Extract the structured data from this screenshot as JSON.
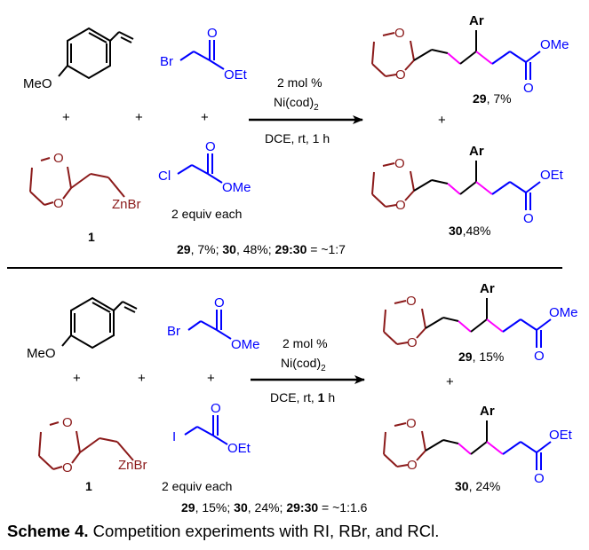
{
  "colors": {
    "black": "#000000",
    "red": "#8b1a1a",
    "blue": "#0000ff",
    "magenta": "#ff00ff"
  },
  "top": {
    "styrene_label": "MeO",
    "bromo": {
      "halogen": "Br",
      "oxygen": "O",
      "ester": "OEt"
    },
    "chloro": {
      "halogen": "Cl",
      "oxygen": "O",
      "ester": "OMe"
    },
    "zinc": {
      "o1": "O",
      "o2": "O",
      "metal": "ZnBr",
      "number": "1"
    },
    "equiv": "2 equiv each",
    "plus_signs": [
      "+",
      "+",
      "+"
    ],
    "cond1": "2 mol %",
    "cond2_main": "Ni(cod)",
    "cond2_sub": "2",
    "cond3": "DCE, rt, 1 h",
    "p29": {
      "ar": "Ar",
      "o1": "O",
      "o2": "O",
      "carbonyl": "O",
      "ester": "OMe",
      "num": "29",
      "yield": ", 7%"
    },
    "plus_mid": "+",
    "p30": {
      "ar": "Ar",
      "o1": "O",
      "o2": "O",
      "carbonyl": "O",
      "ester": "OEt",
      "num": "30",
      "yield": ",48%"
    },
    "summary": {
      "a_num": "29",
      "a_val": ", 7%; ",
      "b_num": "30",
      "b_val": ", 48%; ",
      "ratio_lbl": "29:30",
      "ratio_val": " = ~1:7"
    }
  },
  "bottom": {
    "styrene_label": "MeO",
    "bromo": {
      "halogen": "Br",
      "oxygen": "O",
      "ester": "OMe"
    },
    "iodo": {
      "halogen": "I",
      "oxygen": "O",
      "ester": "OEt"
    },
    "zinc": {
      "o1": "O",
      "o2": "O",
      "metal": "ZnBr",
      "number": "1"
    },
    "equiv": "2 equiv each",
    "plus_signs": [
      "+",
      "+",
      "+"
    ],
    "cond1": "2 mol %",
    "cond2_main": "Ni(cod)",
    "cond2_sub": "2",
    "cond3_pre": "DCE, rt, ",
    "cond3_bold": "1",
    "cond3_post": " h",
    "p29": {
      "ar": "Ar",
      "o1": "O",
      "o2": "O",
      "carbonyl": "O",
      "ester": "OMe",
      "num": "29",
      "yield": ", 15%"
    },
    "plus_mid": "+",
    "p30": {
      "ar": "Ar",
      "o1": "O",
      "o2": "O",
      "carbonyl": "O",
      "ester": "OEt",
      "num": "30",
      "yield": ", 24%"
    },
    "summary": {
      "a_num": "29",
      "a_val": ", 15%; ",
      "b_num": "30",
      "b_val": ", 24%; ",
      "ratio_lbl": "29:30",
      "ratio_val": " = ~1:1.6"
    }
  },
  "caption": {
    "label": "Scheme 4.",
    "text": " Competition experiments with RI, RBr, and RCl."
  }
}
